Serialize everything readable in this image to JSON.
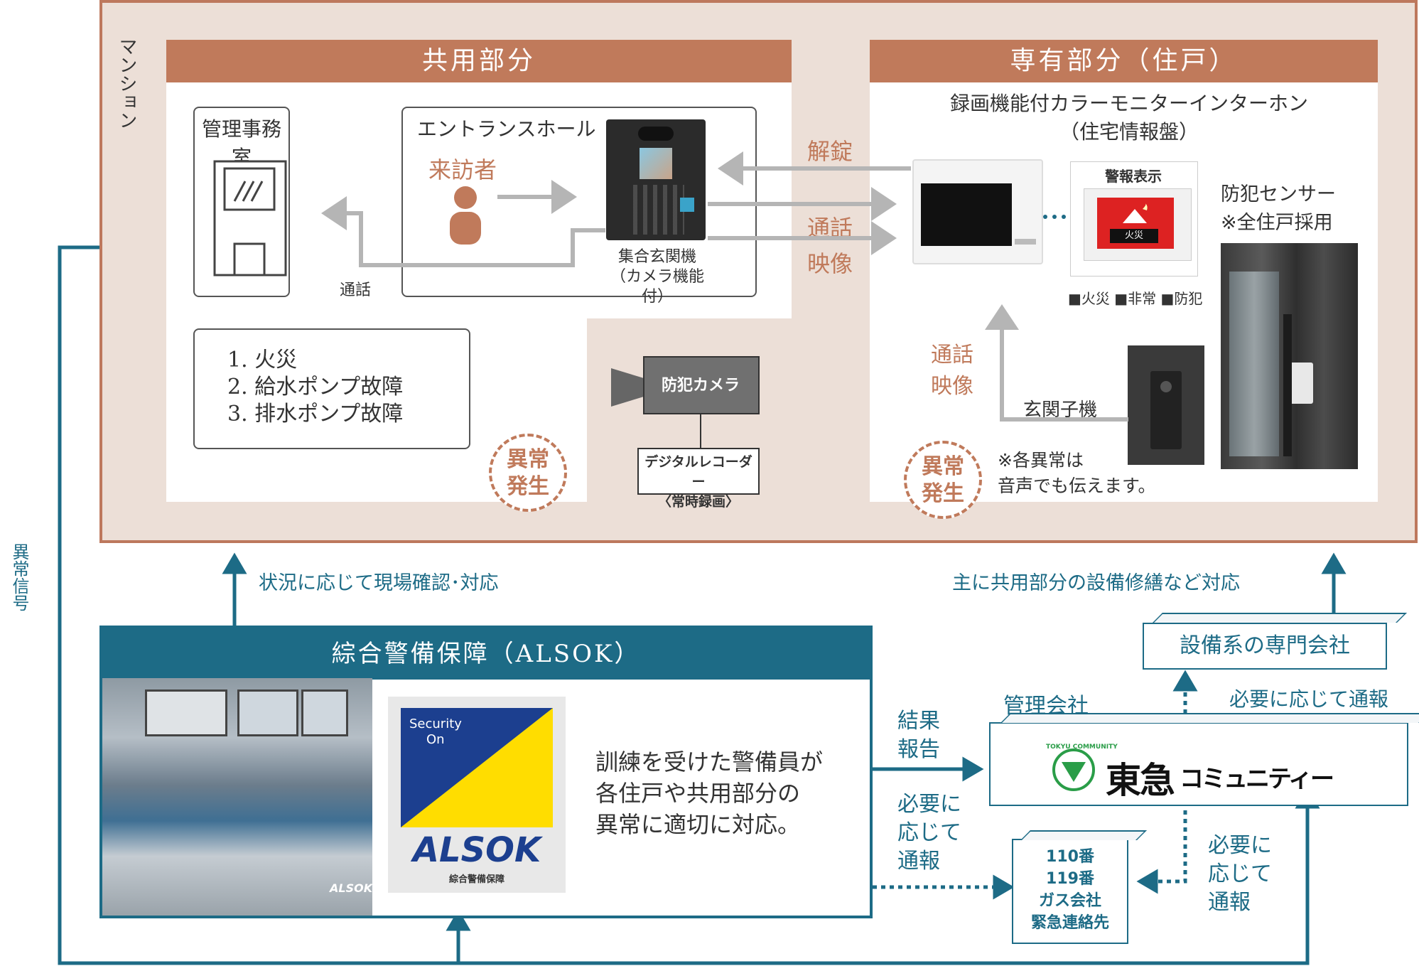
{
  "mansion": {
    "label": "マンション"
  },
  "shared": {
    "title": "共用部分",
    "office": "管理事務室",
    "entrance_hall": "エントランスホール",
    "visitor": "来訪者",
    "entrance_unit_line1": "集合玄関機",
    "entrance_unit_line2": "（カメラ機能付）",
    "talk_label": "通話",
    "list": [
      "1. 火災",
      "2. 給水ポンプ故障",
      "3. 排水ポンプ故障"
    ],
    "camera": "防犯カメラ",
    "recorder_line1": "デジタルレコーダー",
    "recorder_line2": "〈常時録画〉",
    "alarm_line1": "異常",
    "alarm_line2": "発生"
  },
  "private": {
    "title": "専有部分（住戸）",
    "monitor_title_line1": "録画機能付カラーモニターインターホン",
    "monitor_title_line2": "（住宅情報盤）",
    "unlock": "解錠",
    "talk": "通話",
    "video": "映像",
    "alert_display": "警報表示",
    "screen_text": "火災",
    "alert_types": "■火災 ■非常 ■防犯",
    "sensor_line1": "防犯センサー",
    "sensor_line2": "※全住戸採用",
    "door_talk": "通話",
    "door_video": "映像",
    "door_unit": "玄関子機",
    "note_line1": "※各異常は",
    "note_line2": "音声でも伝えます。",
    "alarm_line1": "異常",
    "alarm_line2": "発生"
  },
  "signal": {
    "label": "異常信号"
  },
  "flow": {
    "onsite": "状況に応じて現場確認･対応",
    "repair": "主に共用部分の設備修繕など対応",
    "result_line1": "結果",
    "result_line2": "報告",
    "notify_left": [
      "必要に",
      "応じて",
      "通報"
    ],
    "notify_right": [
      "必要に",
      "応じて",
      "通報"
    ],
    "notify_top": "必要に応じて通報"
  },
  "alsok": {
    "title": "綜合警備保障（ALSOK）",
    "logo_line1": "Security",
    "logo_line2": "On",
    "logo_brand": "ALSOK",
    "logo_sub": "綜合警備保障",
    "photo_sign": "ALSOK",
    "desc": [
      "訓練を受けた警備員が",
      "各住戸や共用部分の",
      "異常に適切に対応。"
    ]
  },
  "management": {
    "label": "管理会社",
    "brand_main": "東急",
    "brand_sub": "コミュニティー",
    "brand_small": "TOKYU COMMUNITY"
  },
  "specialist": {
    "label": "設備系の専門会社"
  },
  "emergency": {
    "lines": [
      "110番",
      "119番",
      "ガス会社",
      "緊急連絡先"
    ]
  },
  "colors": {
    "brown": "#c07a5b",
    "beige": "#ecdfd7",
    "teal": "#1d6b86",
    "gray_arrow": "#b5b5b5"
  }
}
